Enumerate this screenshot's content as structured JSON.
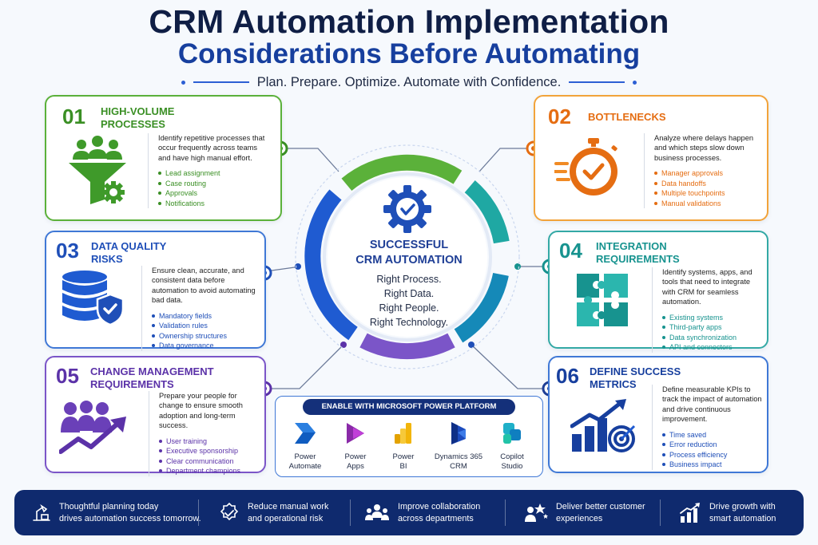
{
  "header": {
    "title_line1": "CRM Automation Implementation",
    "title_line2": "Considerations Before Automating",
    "tagline": "Plan. Prepare. Optimize. Automate with Confidence."
  },
  "cards": [
    {
      "number": "01",
      "heading_line1": "HIGH-VOLUME",
      "heading_line2": "PROCESSES",
      "icon": "people-funnel-gear-icon",
      "description": "Identify repetitive processes that occur frequently across teams and have high manual effort.",
      "items": [
        "Lead assignment",
        "Case routing",
        "Approvals",
        "Notifications"
      ]
    },
    {
      "number": "02",
      "heading_line1": "BOTTLENECKS",
      "heading_line2": "",
      "icon": "stopwatch-icon",
      "description": "Analyze where delays happen and which steps slow down business processes.",
      "items": [
        "Manager approvals",
        "Data handoffs",
        "Multiple touchpoints",
        "Manual validations"
      ]
    },
    {
      "number": "03",
      "heading_line1": "DATA QUALITY",
      "heading_line2": "RISKS",
      "icon": "database-shield-icon",
      "description": "Ensure clean, accurate, and consistent data before automation to avoid automating bad data.",
      "items": [
        "Mandatory fields",
        "Validation rules",
        "Ownership structures",
        "Data governance"
      ]
    },
    {
      "number": "04",
      "heading_line1": "INTEGRATION",
      "heading_line2": "REQUIREMENTS",
      "icon": "puzzle-icon",
      "description": "Identify systems, apps, and tools that need to integrate with CRM for seamless automation.",
      "items": [
        "Existing systems",
        "Third-party apps",
        "Data synchronization",
        "API and connectors"
      ]
    },
    {
      "number": "05",
      "heading_line1": "CHANGE MANAGEMENT",
      "heading_line2": "REQUIREMENTS",
      "icon": "people-growth-icon",
      "description": "Prepare your people for change to ensure smooth adoption and long-term success.",
      "items": [
        "User training",
        "Executive sponsorship",
        "Clear communication",
        "Department champions"
      ]
    },
    {
      "number": "06",
      "heading_line1": "DEFINE SUCCESS",
      "heading_line2": "METRICS",
      "icon": "chart-target-icon",
      "description": "Define measurable KPIs to track the impact of automation and drive continuous improvement.",
      "items": [
        "Time saved",
        "Error reduction",
        "Process efficiency",
        "Business impact"
      ]
    }
  ],
  "center": {
    "title_line1": "SUCCESSFUL",
    "title_line2": "CRM AUTOMATION",
    "lines": [
      "Right Process.",
      "Right Data.",
      "Right People.",
      "Right Technology."
    ],
    "icon": "gear-check-icon"
  },
  "power_platform": {
    "title": "ENABLE WITH MICROSOFT POWER PLATFORM",
    "items": [
      {
        "line1": "Power",
        "line2": "Automate",
        "icon": "power-automate-icon"
      },
      {
        "line1": "Power",
        "line2": "Apps",
        "icon": "power-apps-icon"
      },
      {
        "line1": "Power",
        "line2": "BI",
        "icon": "power-bi-icon"
      },
      {
        "line1": "Dynamics 365",
        "line2": "CRM",
        "icon": "dynamics-365-icon"
      },
      {
        "line1": "Copilot",
        "line2": "Studio",
        "icon": "copilot-studio-icon"
      }
    ]
  },
  "footer": [
    {
      "line1": "Thoughtful planning today",
      "line2": "drives automation success tomorrow.",
      "icon": "desk-lamp-icon"
    },
    {
      "line1": "Reduce manual work",
      "line2": "and operational risk",
      "icon": "badge-check-icon"
    },
    {
      "line1": "Improve collaboration",
      "line2": "across departments",
      "icon": "team-icon"
    },
    {
      "line1": "Deliver better customer",
      "line2": "experiences",
      "icon": "customer-star-icon"
    },
    {
      "line1": "Drive growth with",
      "line2": "smart automation",
      "icon": "growth-chart-icon"
    }
  ],
  "colors": {
    "green": "#3a8f24",
    "orange": "#e56d12",
    "blue": "#1f4fb8",
    "teal": "#17938f",
    "purple": "#5b32a8",
    "navy": "#0f2a6e"
  }
}
